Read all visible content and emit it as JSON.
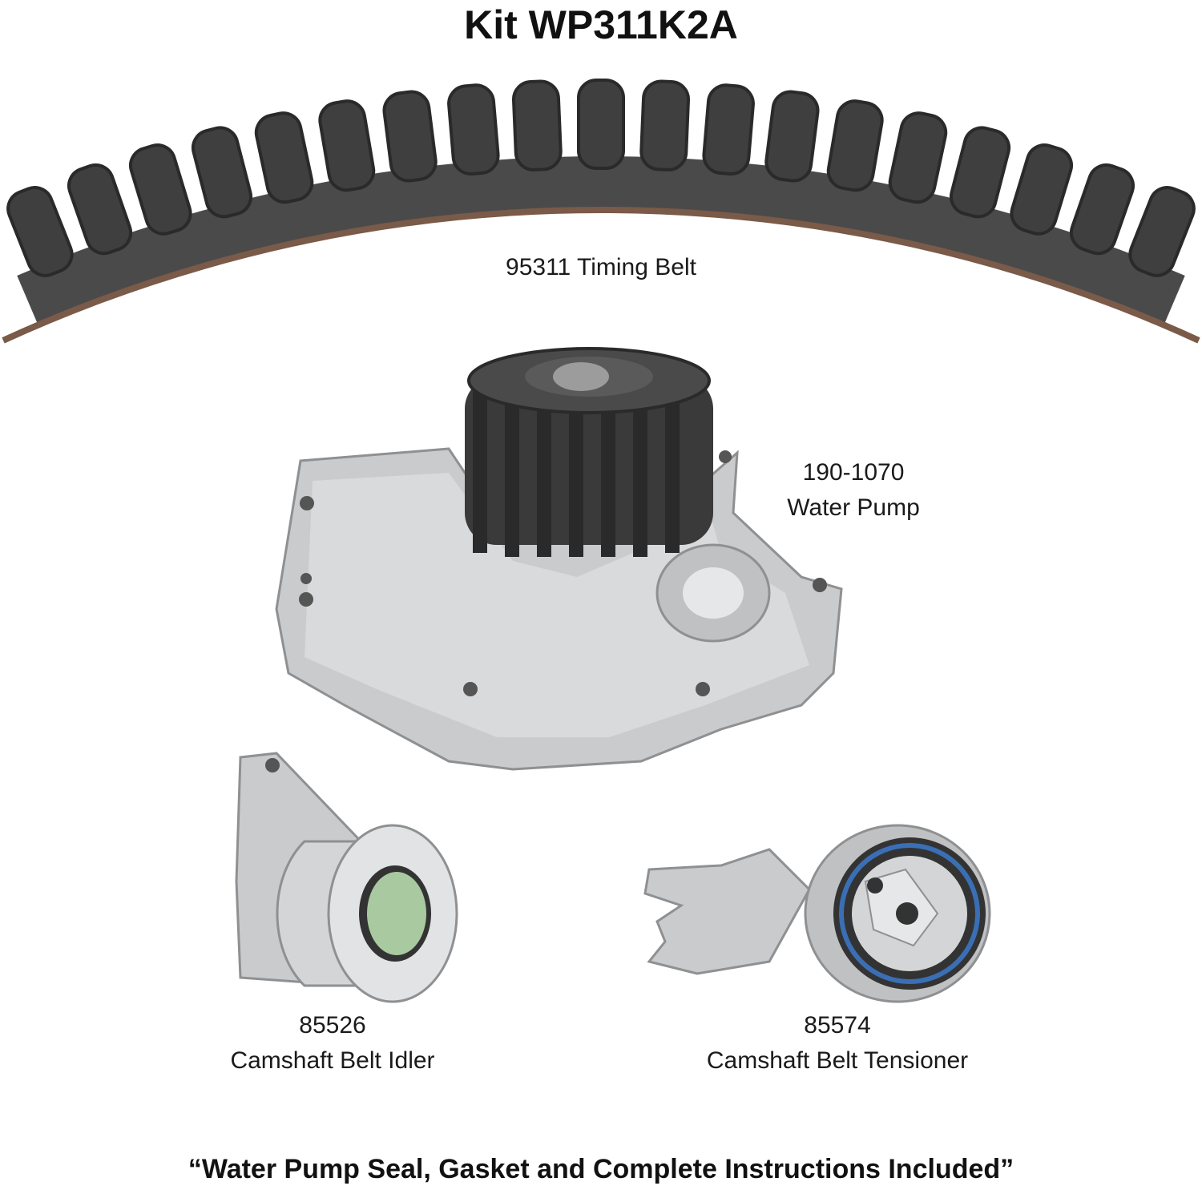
{
  "title": "Kit WP311K2A",
  "parts": {
    "belt": {
      "label": "95311 Timing Belt"
    },
    "pump": {
      "number": "190-1070",
      "name": "Water Pump"
    },
    "idler": {
      "number": "85526",
      "name": "Camshaft Belt Idler"
    },
    "tensioner": {
      "number": "85574",
      "name": "Camshaft Belt Tensioner"
    }
  },
  "footer": "“Water Pump Seal, Gasket and Complete Instructions Included”",
  "colors": {
    "belt": "#4a4a4a",
    "belt_edge": "#7a5a48",
    "metal": "#c9cbcc",
    "metal_dark": "#8e9092",
    "sprocket": "#3a3a3a",
    "seal_blue": "#3a6fb5",
    "seal_green": "#a9c9a0"
  }
}
